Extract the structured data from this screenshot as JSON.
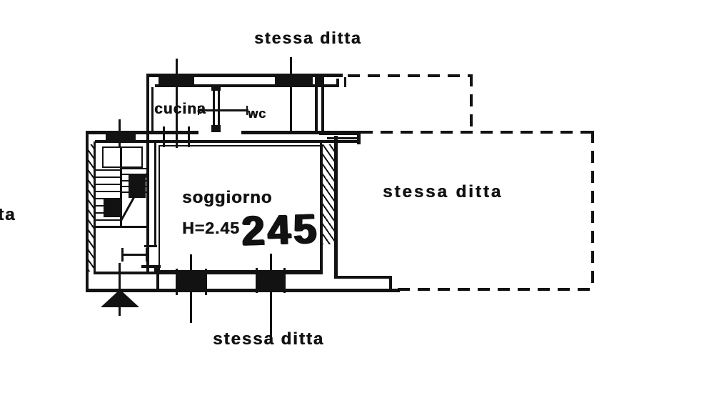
{
  "drawing": {
    "boundary_labels": {
      "top": "stessa ditta",
      "right": "stessa ditta",
      "bottom": "stessa ditta",
      "left_partial": "ta"
    },
    "rooms": {
      "kitchen": "cucina",
      "bathroom": "wc",
      "living_room": "soggiorno"
    },
    "annotations": {
      "ceiling_height": "H=2.45",
      "handwritten_height": "245"
    },
    "colors": {
      "ink": "#121212",
      "paper": "#ffffff"
    },
    "icons": {
      "entrance_marker": "filled-triangle-up",
      "stairs": "tread-lines"
    }
  }
}
